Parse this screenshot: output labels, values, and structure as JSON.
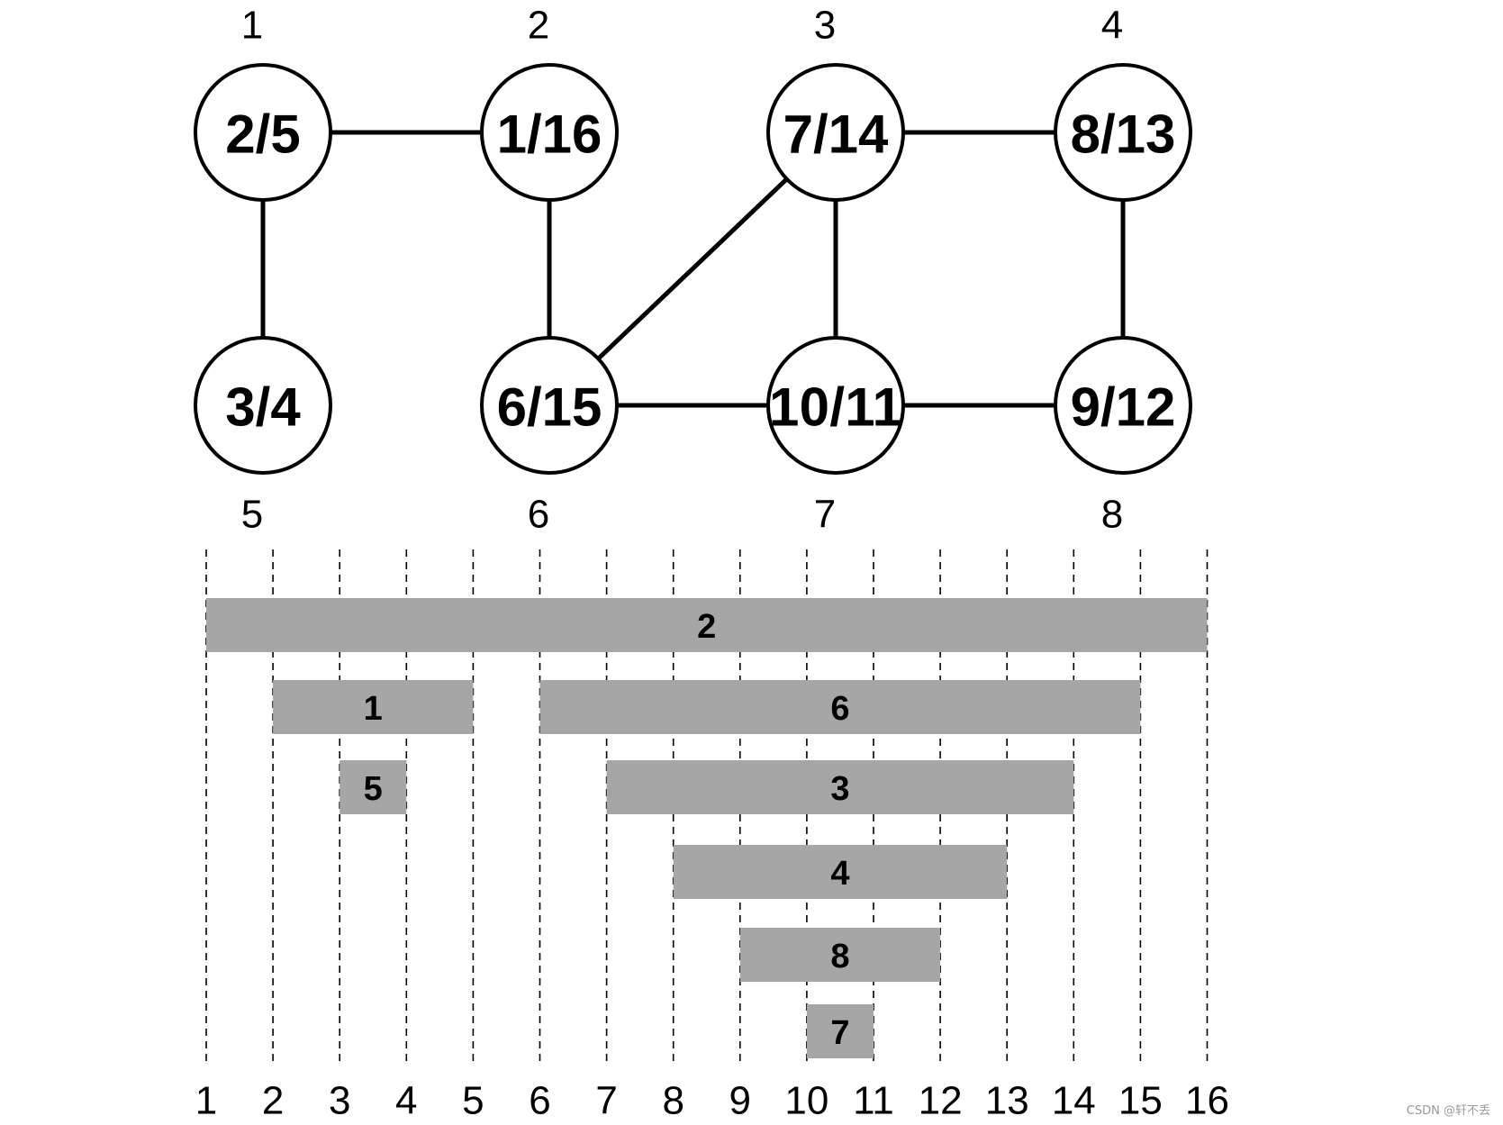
{
  "graph": {
    "nodes": [
      {
        "id": "1",
        "label": "2/5"
      },
      {
        "id": "2",
        "label": "1/16"
      },
      {
        "id": "3",
        "label": "7/14"
      },
      {
        "id": "4",
        "label": "8/13"
      },
      {
        "id": "5",
        "label": "3/4"
      },
      {
        "id": "6",
        "label": "6/15"
      },
      {
        "id": "7",
        "label": "10/11"
      },
      {
        "id": "8",
        "label": "9/12"
      }
    ],
    "edges": [
      [
        "1",
        "2"
      ],
      [
        "1",
        "5"
      ],
      [
        "2",
        "6"
      ],
      [
        "3",
        "4"
      ],
      [
        "3",
        "6"
      ],
      [
        "3",
        "7"
      ],
      [
        "4",
        "8"
      ],
      [
        "6",
        "7"
      ],
      [
        "7",
        "8"
      ]
    ]
  },
  "timeline": {
    "ticks": [
      "1",
      "2",
      "3",
      "4",
      "5",
      "6",
      "7",
      "8",
      "9",
      "10",
      "11",
      "12",
      "13",
      "14",
      "15",
      "16"
    ],
    "bars": [
      {
        "label": "2",
        "start": 1,
        "end": 16
      },
      {
        "label": "1",
        "start": 2,
        "end": 5
      },
      {
        "label": "6",
        "start": 6,
        "end": 15
      },
      {
        "label": "5",
        "start": 3,
        "end": 4
      },
      {
        "label": "3",
        "start": 7,
        "end": 14
      },
      {
        "label": "4",
        "start": 8,
        "end": 13
      },
      {
        "label": "8",
        "start": 9,
        "end": 12
      },
      {
        "label": "7",
        "start": 10,
        "end": 11
      }
    ]
  },
  "watermark": "CSDN @轩不丢",
  "colors": {
    "bar": "#a6a6a6",
    "line": "#000000",
    "background": "#ffffff"
  }
}
